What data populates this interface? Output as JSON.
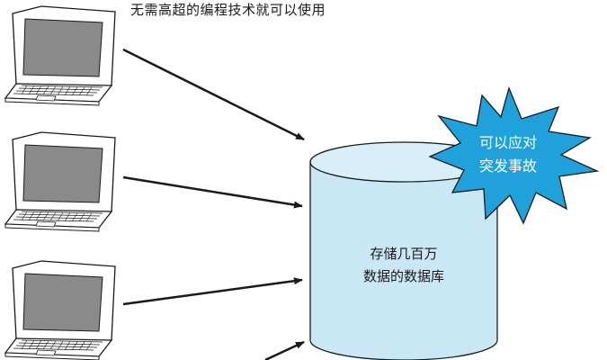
{
  "caption": "无需高超的编程技术就可以使用",
  "database": {
    "line1": "存储几百万",
    "line2": "数据的数据库"
  },
  "burst": {
    "line1": "可以应对",
    "line2": "突发事故"
  },
  "laptops": [
    "laptop-1",
    "laptop-2",
    "laptop-3"
  ],
  "colors": {
    "cylinder_fill": "#c9e7f5",
    "burst_fill": "#1fa2dc",
    "outline": "#1a1a1a"
  }
}
